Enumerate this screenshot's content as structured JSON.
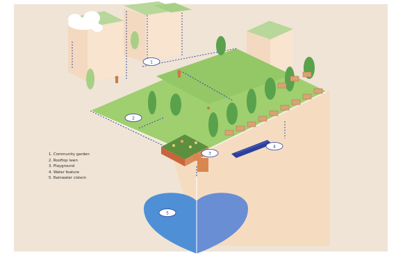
{
  "legend": {
    "items": [
      "1. Community garden",
      "2. Rooftop lawn",
      "3. Playground",
      "4. Water feature",
      "5. Rainwater cistern"
    ]
  },
  "markers": {
    "m1": "1",
    "m2": "2",
    "m3": "3",
    "m4": "4",
    "m5": "5"
  },
  "colors": {
    "background": "#efe4d6",
    "lawn": "#9fcf6f",
    "lawn_shade": "#8fc062",
    "building": "#f6dcc0",
    "tree": "#5aa14c",
    "planter": "#d9a274",
    "water": "#4f8fd6",
    "accent_dark": "#2d3f9c"
  }
}
